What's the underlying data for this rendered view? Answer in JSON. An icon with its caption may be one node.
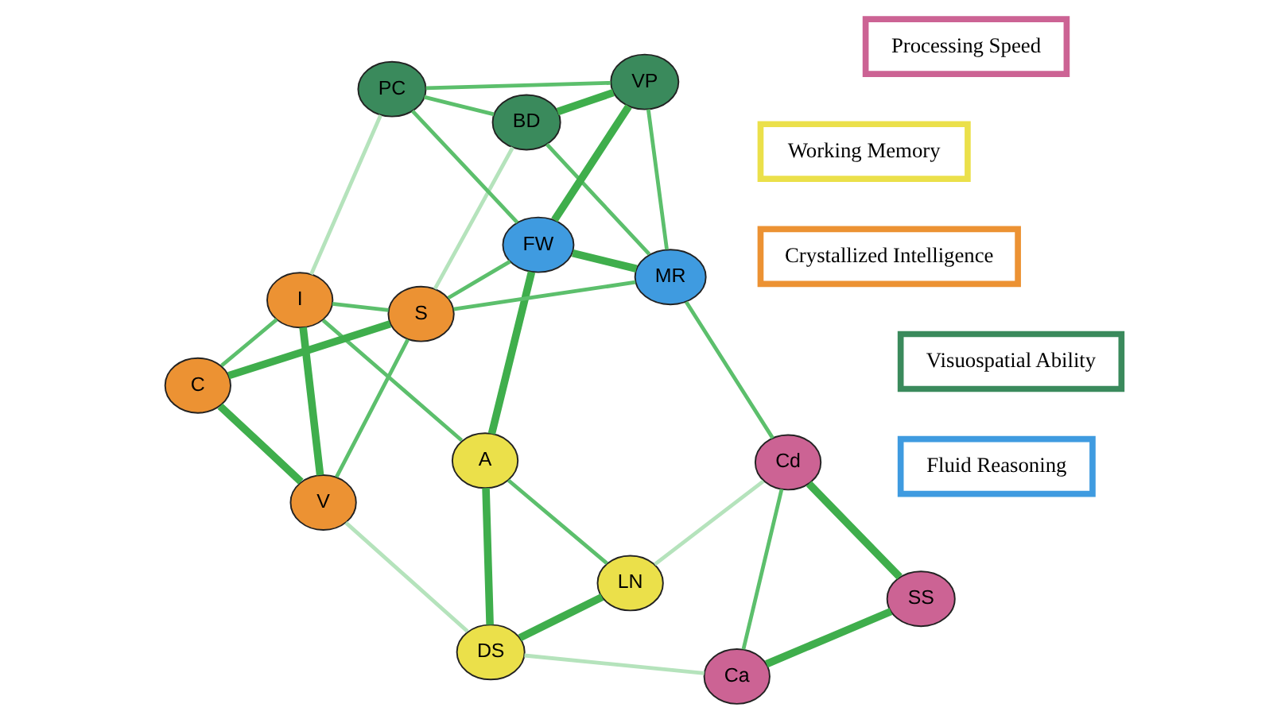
{
  "diagram": {
    "nodes": [
      {
        "text": [
          "Working Memory"
        ]
      },
      {
        "text": [
          "Crystallized Intelligence"
        ]
      },
      {
        "text": [
          "Processing Speed"
        ]
      },
      {
        "text": [
          "Fluid Reasoning"
        ]
      },
      {
        "text": [
          "Visuospatial Ability"
        ]
      },
      {
        "text": [
          "LN"
        ]
      },
      {
        "text": [
          "DS"
        ]
      },
      {
        "text": [
          "I"
        ]
      },
      {
        "text": [
          "V"
        ]
      },
      {
        "text": [
          "Ca"
        ]
      },
      {
        "text": [
          "A"
        ]
      },
      {
        "text": [
          "C"
        ]
      },
      {
        "text": [
          "Cd"
        ]
      },
      {
        "text": [
          "S"
        ]
      },
      {
        "text": [
          "SS"
        ]
      },
      {
        "text": [
          "MR"
        ]
      },
      {
        "text": [
          "FW"
        ]
      },
      {
        "text": [
          "PC"
        ]
      },
      {
        "text": [
          "BD"
        ]
      },
      {
        "text": [
          "VP"
        ]
      }
    ],
    "edges": [
      {
        "from": 5,
        "to": 6,
        "arrow": "none",
        "style": "thick"
      },
      {
        "from": 14,
        "to": 12,
        "arrow": "none",
        "style": "thick"
      },
      {
        "from": 9,
        "to": 14,
        "arrow": "none",
        "style": "thick"
      },
      {
        "from": 7,
        "to": 8,
        "arrow": "none",
        "style": "thick"
      },
      {
        "from": 8,
        "to": 11,
        "arrow": "none",
        "style": "thick"
      },
      {
        "from": 13,
        "to": 11,
        "arrow": "none",
        "style": "thick"
      },
      {
        "from": 6,
        "to": 10,
        "arrow": "none",
        "style": "thick"
      },
      {
        "from": 10,
        "to": 16,
        "arrow": "none",
        "style": "thick"
      },
      {
        "from": 16,
        "to": 19,
        "arrow": "none",
        "style": "thick"
      },
      {
        "from": 18,
        "to": 19,
        "arrow": "none",
        "style": "thick"
      },
      {
        "from": 15,
        "to": 16,
        "arrow": "none",
        "style": "thick"
      },
      {
        "from": 5,
        "to": 10,
        "arrow": "none"
      },
      {
        "from": 7,
        "to": 11,
        "arrow": "none"
      },
      {
        "from": 7,
        "to": 13,
        "arrow": "none"
      },
      {
        "from": 8,
        "to": 13,
        "arrow": "none"
      },
      {
        "from": 10,
        "to": 7,
        "arrow": "none"
      },
      {
        "from": 15,
        "to": 18,
        "arrow": "none"
      },
      {
        "from": 15,
        "to": 19,
        "arrow": "none"
      },
      {
        "from": 16,
        "to": 17,
        "arrow": "none"
      },
      {
        "from": 19,
        "to": 17,
        "arrow": "none"
      },
      {
        "from": 18,
        "to": 17,
        "arrow": "none"
      },
      {
        "from": 9,
        "to": 12,
        "arrow": "none"
      },
      {
        "from": 12,
        "to": 15,
        "arrow": "none"
      },
      {
        "from": 13,
        "to": 15,
        "arrow": "none"
      },
      {
        "from": 13,
        "to": 16,
        "arrow": "none"
      },
      {
        "from": 9,
        "to": 6,
        "arrow": "none",
        "color": "#b5e3bc"
      },
      {
        "from": 12,
        "to": 5,
        "arrow": "none",
        "color": "#b5e3bc"
      },
      {
        "from": 6,
        "to": 8,
        "arrow": "none",
        "color": "#b5e3bc"
      },
      {
        "from": 7,
        "to": 17,
        "arrow": "none",
        "color": "#b5e3bc"
      },
      {
        "from": 13,
        "to": 18,
        "arrow": "none",
        "color": "#b5e3bc"
      }
    ]
  }
}
